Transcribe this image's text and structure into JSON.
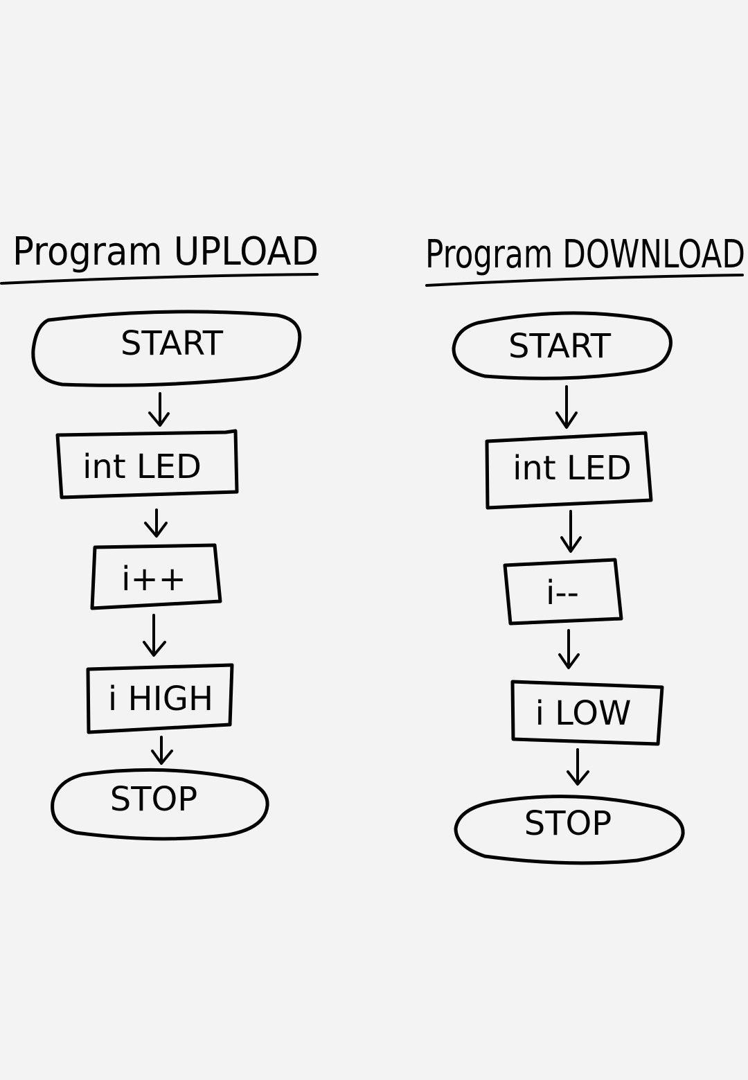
{
  "diagrams": [
    {
      "title": "Program UPLOAD",
      "nodes": [
        {
          "shape": "terminal",
          "label": "START"
        },
        {
          "shape": "process",
          "label": "int LED"
        },
        {
          "shape": "process",
          "label": "i++"
        },
        {
          "shape": "process",
          "label": "i HIGH"
        },
        {
          "shape": "terminal",
          "label": "STOP"
        }
      ]
    },
    {
      "title": "Program DOWNLOAD",
      "nodes": [
        {
          "shape": "terminal",
          "label": "START"
        },
        {
          "shape": "process",
          "label": "int LED"
        },
        {
          "shape": "process",
          "label": "i--"
        },
        {
          "shape": "process",
          "label": "i LOW"
        },
        {
          "shape": "terminal",
          "label": "STOP"
        }
      ]
    }
  ],
  "colors": {
    "background": "#f3f3f3",
    "ink": "#000000"
  }
}
